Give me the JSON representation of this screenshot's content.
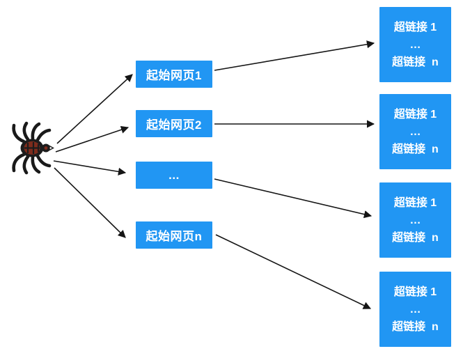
{
  "colors": {
    "node_fill": "#2196F3",
    "node_text": "#ffffff",
    "arrow": "#151515",
    "background": "#ffffff",
    "spider_body": "#7e2c1c",
    "spider_legs": "#1a1a1a"
  },
  "spider": {
    "name": "web-crawler-spider"
  },
  "start_pages": [
    {
      "label": "起始网页1"
    },
    {
      "label": "起始网页2"
    },
    {
      "label": "..."
    },
    {
      "label": "起始网页n"
    }
  ],
  "hyperlink_boxes": [
    {
      "line1": "超链接 1",
      "line2": "…",
      "line3": "超链接  n"
    },
    {
      "line1": "超链接 1",
      "line2": "…",
      "line3": "超链接  n"
    },
    {
      "line1": "超链接 1",
      "line2": "…",
      "line3": "超链接  n"
    },
    {
      "line1": "超链接 1",
      "line2": "…",
      "line3": "超链接  n"
    }
  ]
}
